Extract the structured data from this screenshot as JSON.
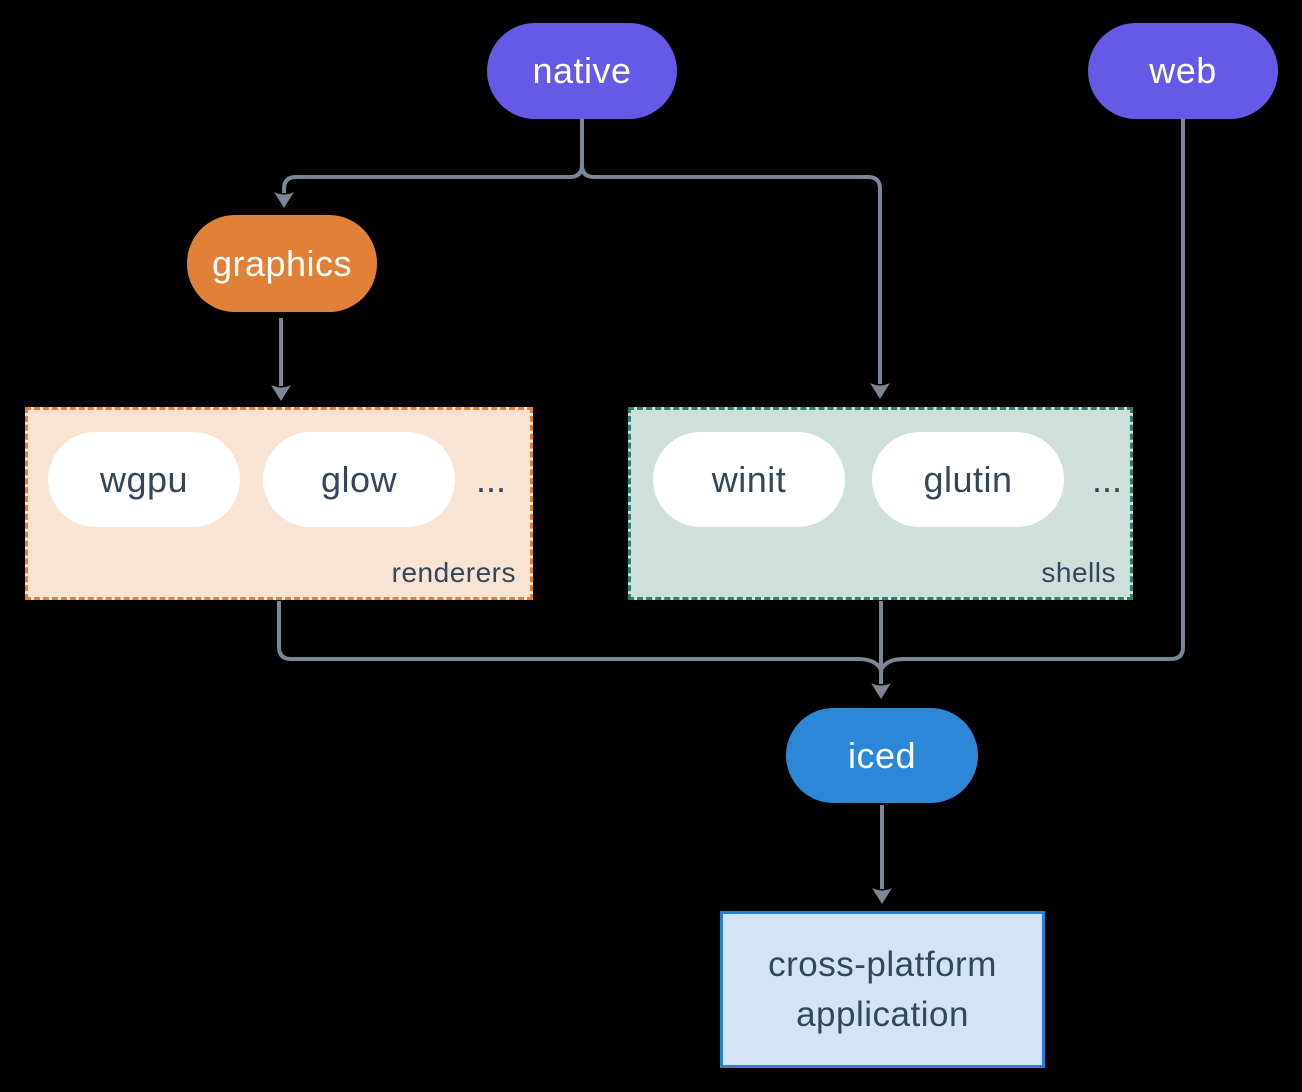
{
  "colors": {
    "background": "#000000",
    "line": "#7b8797",
    "native_web": "#6559e6",
    "graphics": "#e08137",
    "iced": "#2d87d8",
    "pill": "#ffffff",
    "text_light": "#ffffff",
    "text_dark": "#33465a",
    "renderers_fill": "#f9e3d3",
    "renderers_border": "#e0813a",
    "shells_fill": "#cfe0da",
    "shells_border": "#2b8073",
    "app_fill": "#d3e4f6",
    "app_border": "#2680d8"
  },
  "nodes": {
    "native": "native",
    "web": "web",
    "graphics": "graphics",
    "iced": "iced"
  },
  "renderers": {
    "label": "renderers",
    "pills": [
      "wgpu",
      "glow"
    ],
    "more": "..."
  },
  "shells": {
    "label": "shells",
    "pills": [
      "winit",
      "glutin"
    ],
    "more": "..."
  },
  "application": {
    "lines": [
      "cross-platform",
      "application"
    ]
  }
}
